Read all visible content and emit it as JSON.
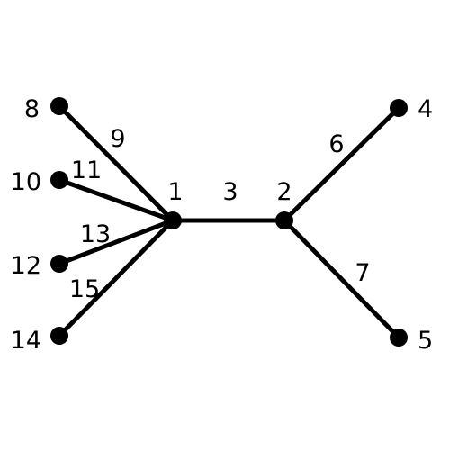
{
  "colors": {
    "background": "#ffffff",
    "ink": "#000000"
  },
  "graph": {
    "nodes": [
      {
        "id": "1",
        "label": "1"
      },
      {
        "id": "2",
        "label": "2"
      },
      {
        "id": "4",
        "label": "4"
      },
      {
        "id": "5",
        "label": "5"
      },
      {
        "id": "8",
        "label": "8"
      },
      {
        "id": "10",
        "label": "10"
      },
      {
        "id": "12",
        "label": "12"
      },
      {
        "id": "14",
        "label": "14"
      }
    ],
    "edges": [
      {
        "from": "1",
        "to": "2",
        "label": "3"
      },
      {
        "from": "2",
        "to": "4",
        "label": "6"
      },
      {
        "from": "2",
        "to": "5",
        "label": "7"
      },
      {
        "from": "8",
        "to": "1",
        "label": "9"
      },
      {
        "from": "10",
        "to": "1",
        "label": "11"
      },
      {
        "from": "12",
        "to": "1",
        "label": "13"
      },
      {
        "from": "14",
        "to": "1",
        "label": "15"
      }
    ]
  }
}
